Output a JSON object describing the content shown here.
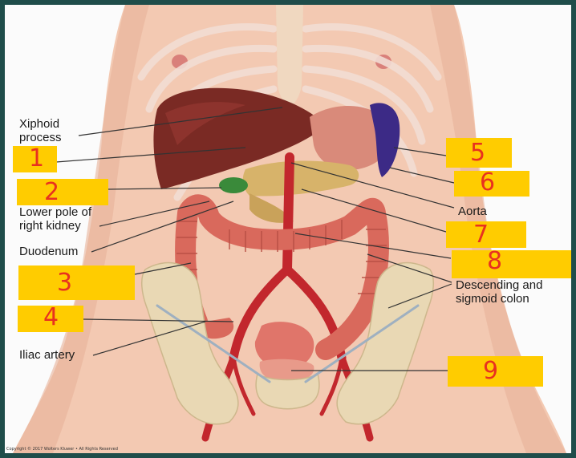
{
  "labels": {
    "xiphoid_1": "Xiphoid",
    "xiphoid_2": "process",
    "kidney_1": "Lower pole of",
    "kidney_2": "right kidney",
    "duodenum": "Duodenum",
    "iliac": "Iliac artery",
    "aorta": "Aorta",
    "colon_1": "Descending and",
    "colon_2": "sigmoid colon"
  },
  "answer_boxes": [
    "1",
    "2",
    "3",
    "4",
    "5",
    "6",
    "7",
    "8",
    "9"
  ],
  "copyright": "Copyright © 2017 Wolters Kluwer • All Rights Reserved",
  "colors": {
    "frame": "#1f4d4a",
    "box": "#ffcc00",
    "number": "#e8311f",
    "skin": "#f3c9b2",
    "colon": "#d9695c",
    "artery": "#c2272d",
    "liver": "#7a2a24",
    "spleen": "#3c2a86"
  }
}
